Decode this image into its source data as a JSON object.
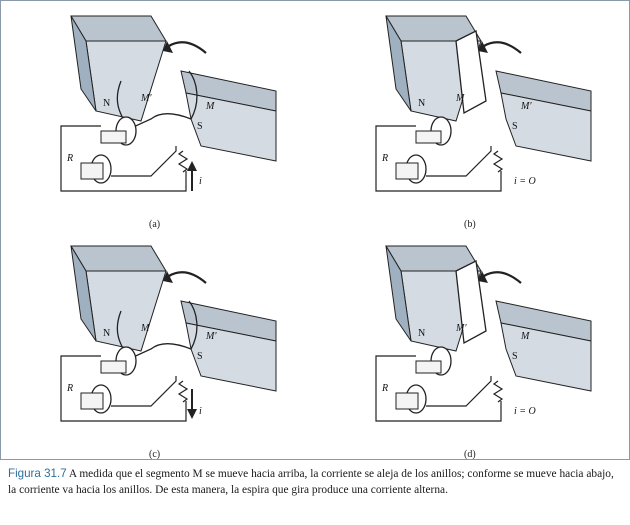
{
  "panels": [
    {
      "id": "a",
      "label": "(a)",
      "north": "N",
      "south": "S",
      "top_seg": "M'",
      "bottom_seg": "M",
      "resistor": "R",
      "current": "i",
      "arrow": "up",
      "open": true
    },
    {
      "id": "b",
      "label": "(b)",
      "north": "N",
      "south": "S",
      "top_seg": "M",
      "bottom_seg": "M'",
      "resistor": "R",
      "current": "i = O",
      "arrow": "none",
      "open": false
    },
    {
      "id": "c",
      "label": "(c)",
      "north": "N",
      "south": "S",
      "top_seg": "M",
      "bottom_seg": "M'",
      "resistor": "R",
      "current": "i",
      "arrow": "down",
      "open": true
    },
    {
      "id": "d",
      "label": "(d)",
      "north": "N",
      "south": "S",
      "top_seg": "M'",
      "bottom_seg": "M",
      "resistor": "R",
      "current": "i = O",
      "arrow": "none",
      "open": false
    }
  ],
  "caption": {
    "label": "Figura 31.7",
    "text": "A medida que el segmento M se mueve hacia arriba, la corriente se aleja de los anillos; conforme se mueve hacia abajo, la corriente va hacia los anillos. De esta manera, la espira que gira produce una corriente alterna."
  },
  "colors": {
    "magnet_front": "#d4dbe3",
    "magnet_top": "#b9c4cf",
    "magnet_side": "#9fb0c0",
    "line": "#222222",
    "caption_label": "#2d6f9c"
  }
}
